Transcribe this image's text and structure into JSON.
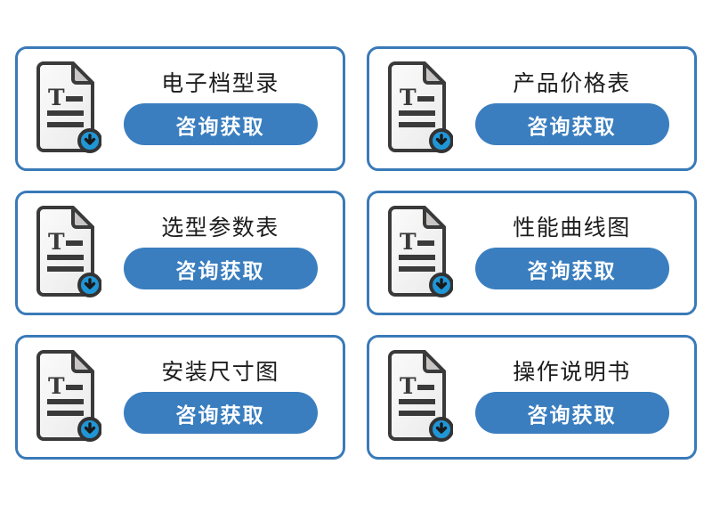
{
  "page": {
    "background_color": "#ffffff",
    "layout": "2-column x 3-row card grid"
  },
  "theme": {
    "card_border_color": "#3a7ab8",
    "button_color": "#3a7ebf",
    "button_text_color": "#ffffff",
    "title_color": "#1c1c1c",
    "icon_outline_color": "#3a3a3a",
    "icon_page_color": "#f2f2f2",
    "icon_fold_color": "#c8c5c5",
    "icon_badge_color": "#2196d6",
    "icon_line_color": "#3a3a3a"
  },
  "cards": [
    {
      "id": "electronic-catalog",
      "title": "电子档型录",
      "button_label": "咨询获取",
      "icon": "document-download-icon"
    },
    {
      "id": "product-price-list",
      "title": "产品价格表",
      "button_label": "咨询获取",
      "icon": "document-download-icon"
    },
    {
      "id": "selection-parameter-table",
      "title": "选型参数表",
      "button_label": "咨询获取",
      "icon": "document-download-icon"
    },
    {
      "id": "performance-curve-chart",
      "title": "性能曲线图",
      "button_label": "咨询获取",
      "icon": "document-download-icon"
    },
    {
      "id": "installation-dimension-drawing",
      "title": "安装尺寸图",
      "button_label": "咨询获取",
      "icon": "document-download-icon"
    },
    {
      "id": "operation-manual",
      "title": "操作说明书",
      "button_label": "咨询获取",
      "icon": "document-download-icon"
    }
  ]
}
